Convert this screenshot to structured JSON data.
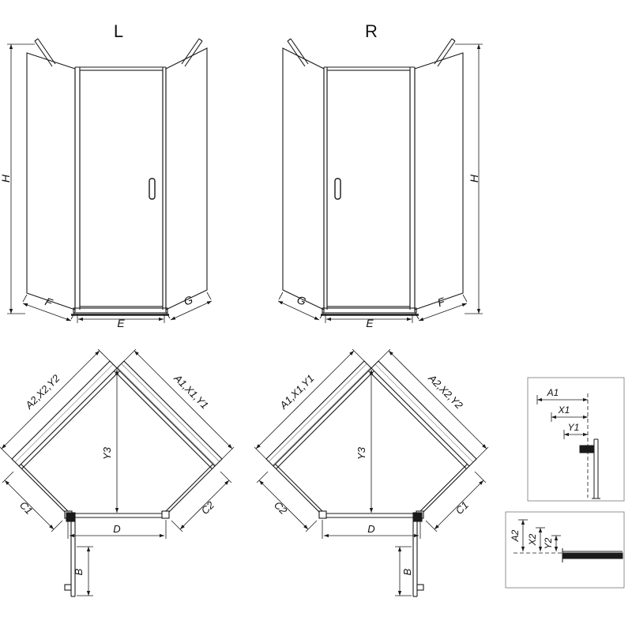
{
  "colors": {
    "ink": "#1a1a1a",
    "background": "#ffffff"
  },
  "variants": {
    "left": "L",
    "right": "R"
  },
  "elevation_dims": {
    "height": "H",
    "side_panel_f": "F",
    "door_width": "E",
    "side_panel_g": "G"
  },
  "plan_dims": {
    "diagonal_left": "A2,X2,Y2",
    "diagonal_right": "A1,X1,Y1",
    "corner_depth": "Y3",
    "front_segment_c1": "C1",
    "front_segment_c2": "C2",
    "entry_width": "D",
    "door_projection": "B"
  },
  "detail_top": {
    "a1": "A1",
    "x1": "X1",
    "y1": "Y1"
  },
  "detail_bottom": {
    "a2": "A2",
    "x2": "X2",
    "y2": "Y2"
  }
}
